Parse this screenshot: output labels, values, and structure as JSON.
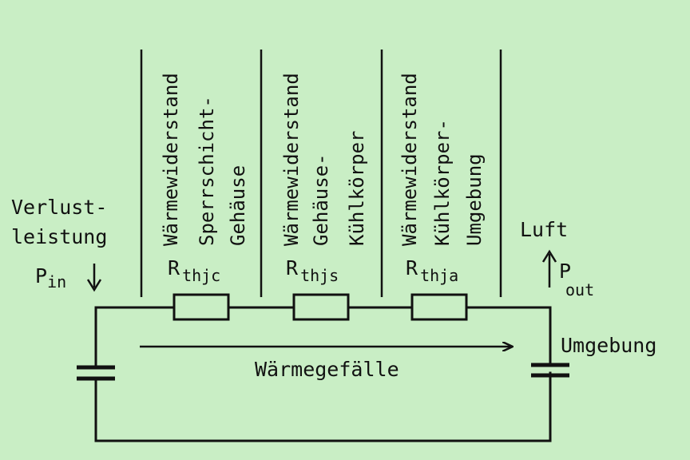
{
  "left_label": {
    "line1": "Verlust-",
    "line2": "leistung",
    "p_symbol": "P",
    "p_sub": "in"
  },
  "right_label": {
    "air": "Luft",
    "p_symbol": "P",
    "p_sub": "out",
    "ambient": "Umgebung"
  },
  "columns": [
    {
      "line1": "Wärmewiderstand",
      "line2": "Sperrschicht-",
      "line3": "Gehäuse"
    },
    {
      "line1": "Wärmewiderstand",
      "line2": "Gehäuse-",
      "line3": "Kühlkörper"
    },
    {
      "line1": "Wärmewiderstand",
      "line2": "Kühlkörper-",
      "line3": "Umgebung"
    }
  ],
  "resistors": [
    {
      "symbol": "R",
      "sub": "thjc"
    },
    {
      "symbol": "R",
      "sub": "thjs"
    },
    {
      "symbol": "R",
      "sub": "thja"
    }
  ],
  "gradient_label": "Wärmegefälle",
  "colors": {
    "background": "#c9eec5",
    "ink": "#111111"
  }
}
